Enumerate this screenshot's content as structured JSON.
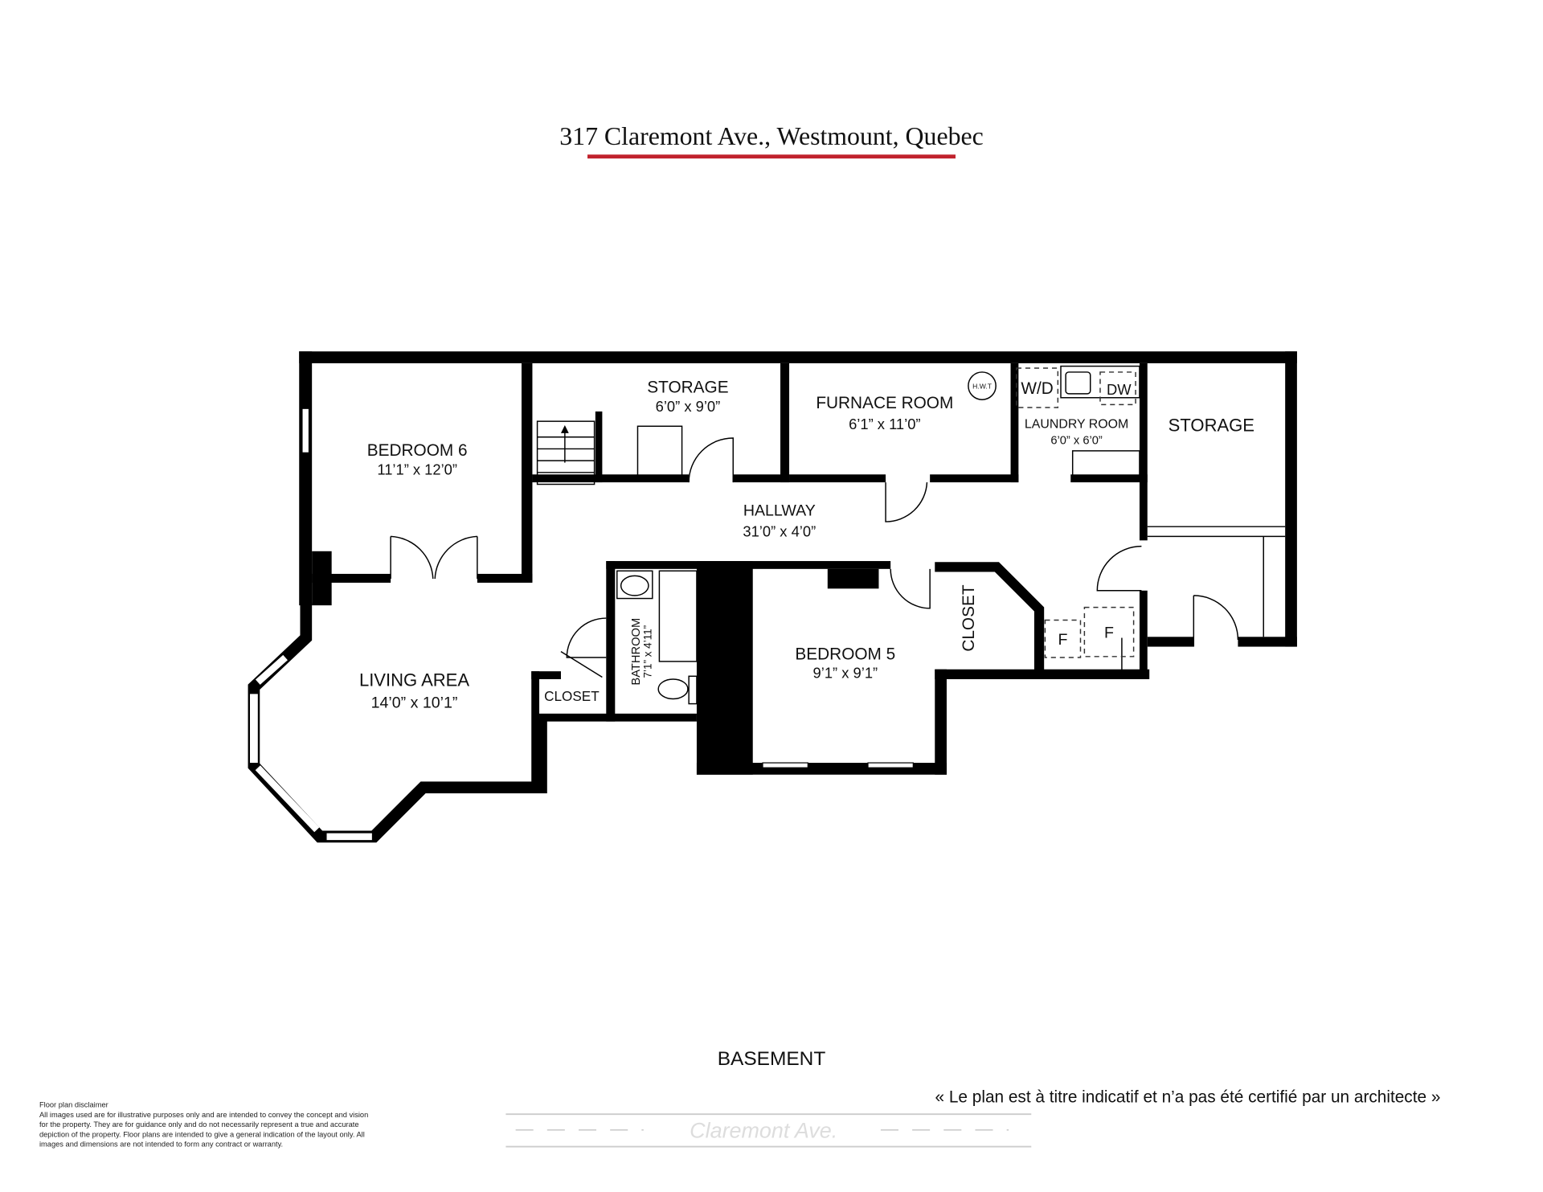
{
  "header": {
    "title": "317 Claremont Ave., Westmount, Quebec",
    "underline_color": "#c0222c"
  },
  "rooms": {
    "bedroom6": {
      "name": "BEDROOM 6",
      "size": "11’1” x 12’0”"
    },
    "storage1": {
      "name": "STORAGE",
      "size": "6’0” x 9’0”"
    },
    "furnace": {
      "name": "FURNACE ROOM",
      "size": "6’1” x 11’0”",
      "hwt": "H.W.T"
    },
    "laundry": {
      "name": "LAUNDRY ROOM",
      "size": "6’0” x 6’0”",
      "wd": "W/D",
      "dw": "DW"
    },
    "storage2": {
      "name": "STORAGE"
    },
    "hallway": {
      "name": "HALLWAY",
      "size": "31’0” x 4’0”"
    },
    "living": {
      "name": "LIVING AREA",
      "size": "14’0” x 10’1”"
    },
    "bathroom": {
      "name": "BATHROOM",
      "size": "7’1” x 4’11”"
    },
    "closet1": {
      "name": "CLOSET"
    },
    "bedroom5": {
      "name": "BEDROOM 5",
      "size": "9’1” x 9’1”"
    },
    "closet2": {
      "name": "CLOSET"
    },
    "f1": "F",
    "f2": "F"
  },
  "floor_label": "BASEMENT",
  "street": "Claremont Ave.",
  "notice": "« Le plan est à titre indicatif et n’a pas été certifié par un architecte »",
  "disclaimer": {
    "title": "Floor plan disclaimer",
    "lines": [
      "All images used are for illustrative purposes only and are intended to convey the concept and vision",
      "for the property. They are for guidance only and do not necessarily represent a true and accurate",
      "depiction of the property. Floor plans are intended to give a general indication of the layout only. All",
      "images and dimensions are not intended to form any contract or warranty."
    ]
  }
}
